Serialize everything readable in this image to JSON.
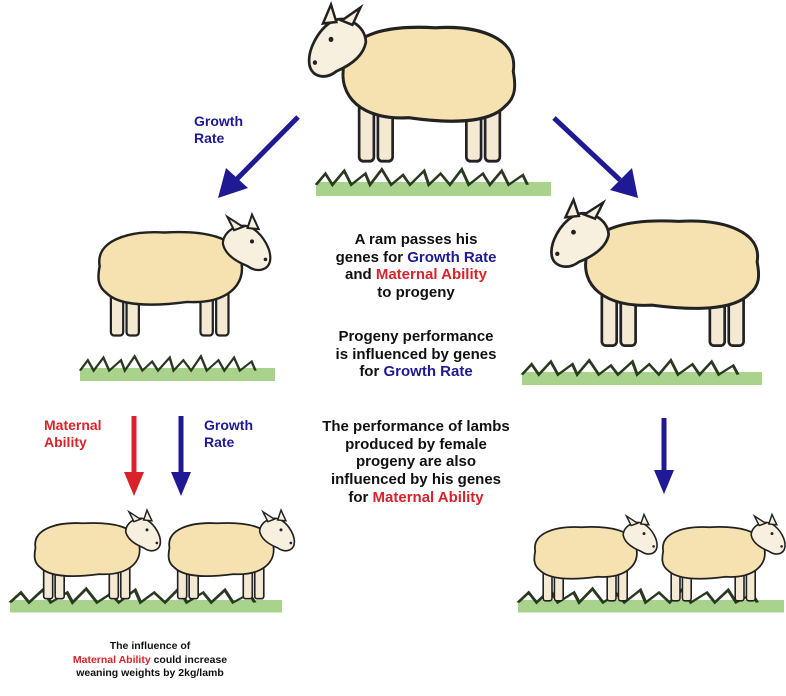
{
  "colors": {
    "growth_blue": "#1f1a93",
    "maternal_red": "#d8232a",
    "fleece": "#f6e2b0",
    "grass": "#a9d38c"
  },
  "labels": {
    "growth_rate_top": {
      "line1": "Growth",
      "line2": "Rate"
    },
    "maternal_ability_left": {
      "line1": "Maternal",
      "line2": "Ability"
    },
    "growth_rate_left": {
      "line1": "Growth",
      "line2": "Rate"
    }
  },
  "statement_ram": {
    "line1": "A ram passes his",
    "line2_prefix": "genes for ",
    "line2_highlight": "Growth Rate",
    "line3_prefix": "and ",
    "line3_highlight": "Maternal Ability",
    "line4": "to progeny"
  },
  "statement_progeny": {
    "line1": "Progeny performance",
    "line2": "is influenced by genes",
    "line3_prefix": "for ",
    "line3_highlight": "Growth Rate"
  },
  "statement_lambs": {
    "line1": "The performance of lambs",
    "line2": "produced by female",
    "line3": "progeny are also",
    "line4": "influenced by his genes",
    "line5_prefix": "for ",
    "line5_highlight": "Maternal Ability"
  },
  "footnote": {
    "line1": "The influence of",
    "line2_highlight": "Maternal Ability",
    "line2_suffix": " could increase",
    "line3": "weaning weights by 2kg/lamb"
  }
}
